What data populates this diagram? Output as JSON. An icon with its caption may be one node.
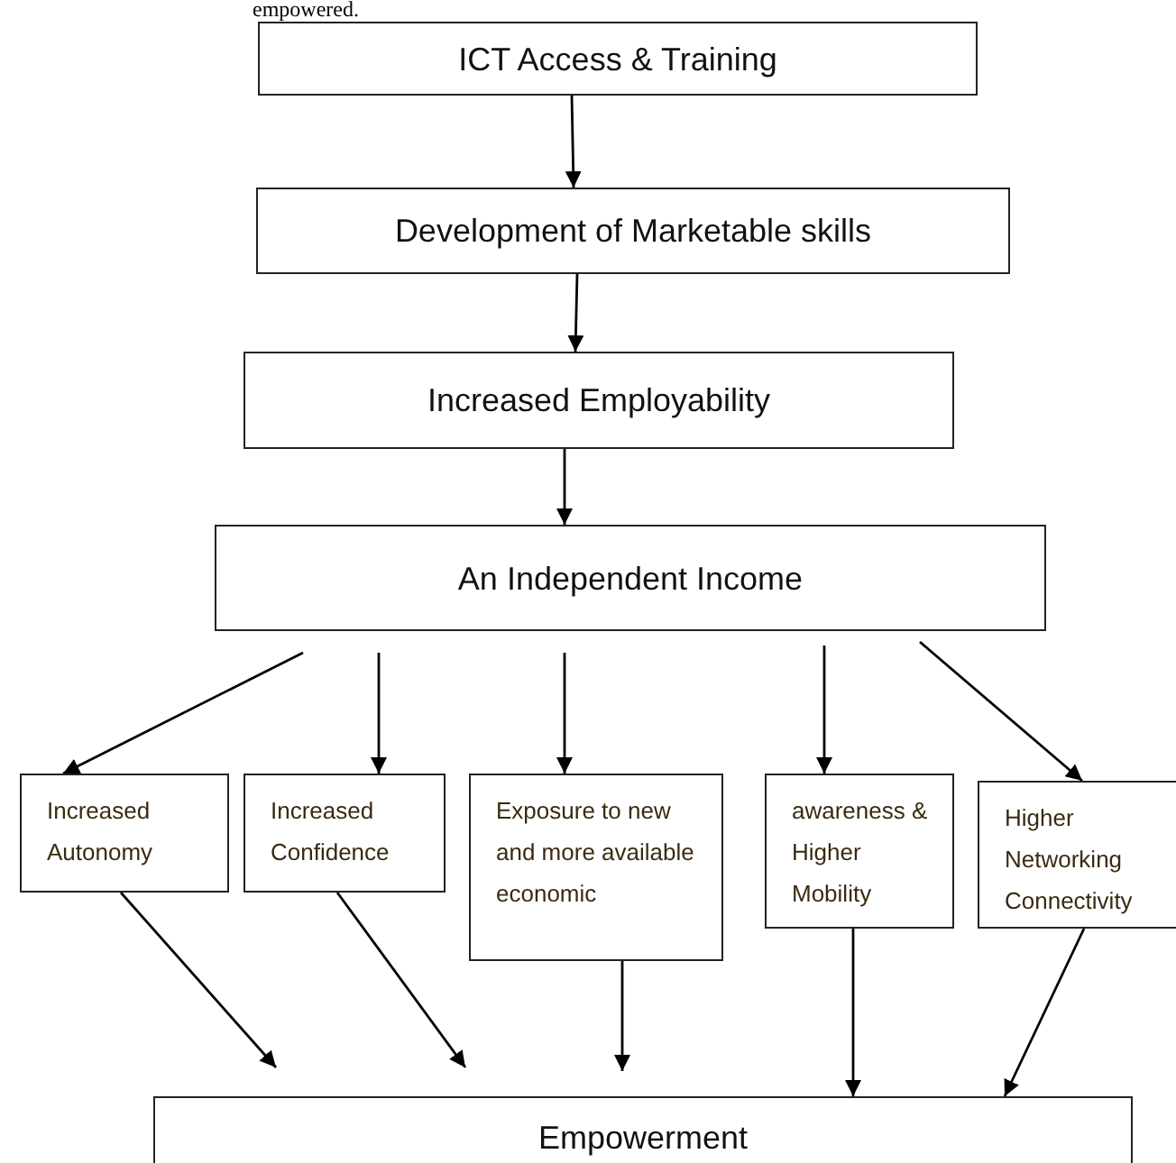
{
  "diagram": {
    "nodes": [
      {
        "text": [
          "ICT Access & Training"
        ]
      },
      {
        "text": [
          "Development of Marketable skills"
        ]
      },
      {
        "text": [
          "Increased Employability"
        ]
      },
      {
        "text": [
          "An Independent Income"
        ]
      },
      {
        "text": [
          "Increased Autonomy"
        ]
      },
      {
        "text": [
          "Increased Confidence"
        ]
      },
      {
        "text": [
          "Exposure to new and more available economic"
        ]
      },
      {
        "text": [
          "awareness & Higher Mobility"
        ]
      },
      {
        "text": [
          "Higher Networking Connectivity"
        ]
      },
      {
        "text": [
          "Empowerment"
        ]
      }
    ],
    "edges": [
      {
        "from": 0,
        "to": 1,
        "arrow": "to"
      },
      {
        "from": 1,
        "to": 2,
        "arrow": "to"
      },
      {
        "from": 2,
        "to": 3,
        "arrow": "to"
      },
      {
        "from": 3,
        "to": 4,
        "arrow": "to"
      },
      {
        "from": 3,
        "to": 5,
        "arrow": "to"
      },
      {
        "from": 3,
        "to": 6,
        "arrow": "to"
      },
      {
        "from": 3,
        "to": 7,
        "arrow": "to"
      },
      {
        "from": 3,
        "to": 8,
        "arrow": "to"
      },
      {
        "from": 4,
        "to": 9,
        "arrow": "to"
      },
      {
        "from": 5,
        "to": 9,
        "arrow": "to"
      },
      {
        "from": 6,
        "to": 9,
        "arrow": "to"
      },
      {
        "from": 7,
        "to": 9,
        "arrow": "to"
      },
      {
        "from": 8,
        "to": 9,
        "arrow": "to"
      }
    ],
    "labels": [
      "empowered."
    ]
  }
}
